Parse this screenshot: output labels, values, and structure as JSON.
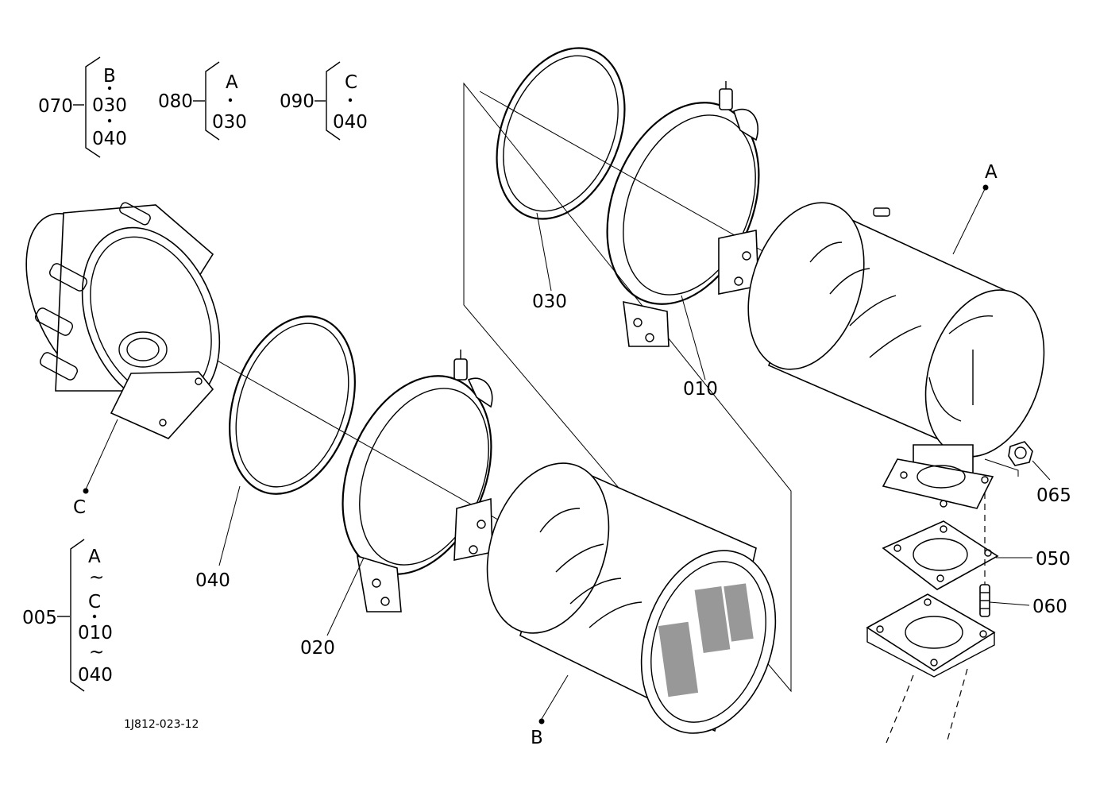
{
  "callouts": {
    "g070": {
      "number": "070",
      "items": [
        "B",
        "030",
        "040"
      ]
    },
    "g080": {
      "number": "080",
      "items": [
        "A",
        "030"
      ]
    },
    "g090": {
      "number": "090",
      "items": [
        "C",
        "040"
      ]
    },
    "g005": {
      "number": "005",
      "items": [
        "A",
        "~",
        "C",
        "010",
        "~",
        "040"
      ]
    }
  },
  "parts": {
    "p010": "010",
    "p020": "020",
    "p030": "030",
    "p040": "040",
    "p050": "050",
    "p060": "060",
    "p065": "065"
  },
  "refs": {
    "a": "A",
    "b": "B",
    "c": "C"
  },
  "drawing_id": "1J812-023-12"
}
